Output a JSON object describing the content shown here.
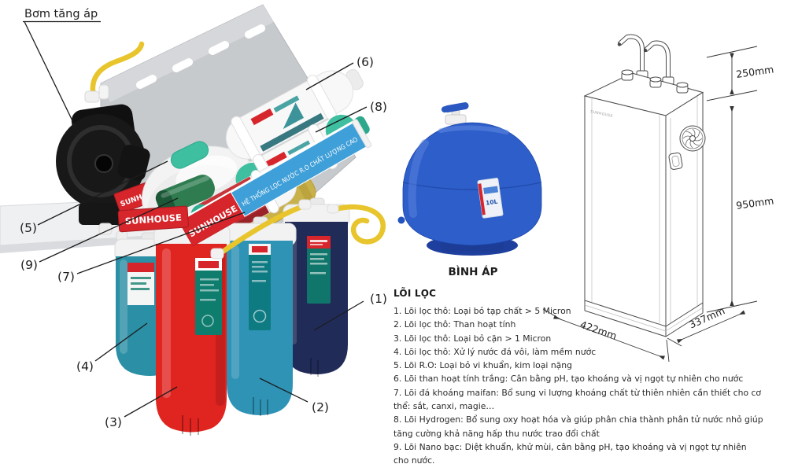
{
  "pump_label": "Bơm tăng áp",
  "brand": "SUNHOUSE",
  "banner_text": "HỆ THỐNG LỌC NƯỚC R.O CHẤT LƯỢNG CAO",
  "tank": {
    "caption": "BÌNH ÁP",
    "capacity": "10L"
  },
  "callouts": [
    "(1)",
    "(2)",
    "(3)",
    "(4)",
    "(5)",
    "(6)",
    "(7)",
    "(8)",
    "(9)"
  ],
  "filter_info": {
    "heading": "LÕI LỌC",
    "items": [
      "1. Lõi lọc thô: Loại bỏ tạp chất > 5 Micron",
      "2. Lõi lọc thô: Than hoạt tính",
      "3. Lõi lọc thô: Loại bỏ cặn > 1 Micron",
      "4. Lõi lọc thô: Xử lý nước đá vôi, làm mềm nước",
      "5. Lõi R.O: Loại bỏ vi khuẩn, kim loại nặng",
      "6. Lõi than hoạt tính trắng: Cân bằng pH, tạo khoáng và vị ngọt tự nhiên cho nước",
      "7. Lõi đá khoáng maifan: Bổ sung vi lượng khoáng chất từ thiên nhiên cần thiết cho cơ thể: sắt, canxi, magie…",
      "8. Lõi Hydrogen: Bổ sung oxy hoạt hóa và giúp phân chia thành phân tử nước nhỏ giúp tăng cường khả năng hấp thu nước trao đổi chất",
      "9. Lõi Nano bạc: Diệt khuẩn, khử mùi, cân bằng pH, tạo khoáng và vị ngọt tự nhiên cho nước."
    ]
  },
  "dimensions": {
    "top_section": "250mm",
    "height": "950mm",
    "width": "422mm",
    "depth": "337mm"
  },
  "colors": {
    "brand_red": "#D6252B",
    "banner_blue": "#3F9FD8",
    "tank_blue": "#2E5EC9",
    "tube_yellow": "#E8C52C",
    "filter_red": "#E02420",
    "filter_teal": "#2B8FA5",
    "filter_blue": "#2F93B6",
    "filter_navy": "#212B58",
    "cartridge_green": "#3DBFA0"
  }
}
